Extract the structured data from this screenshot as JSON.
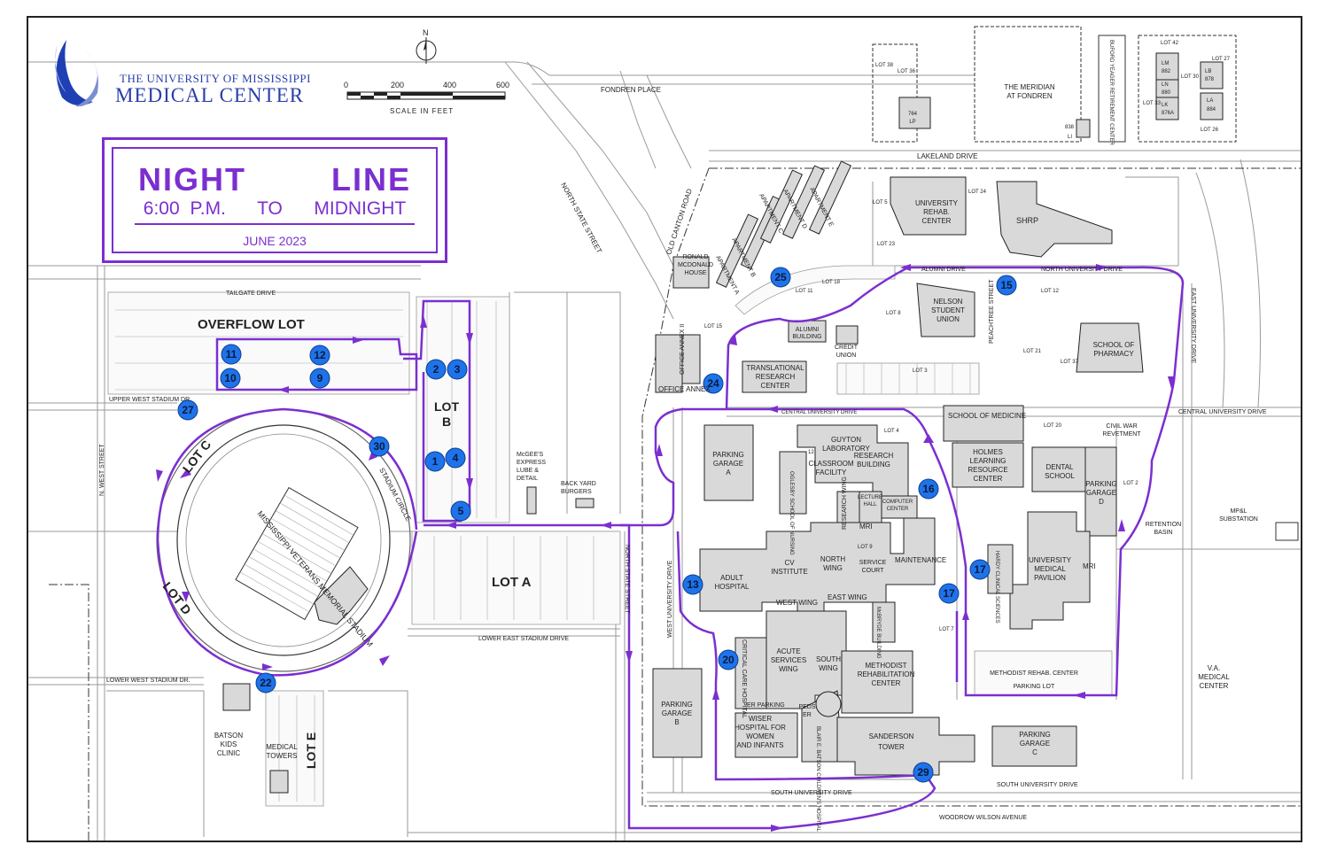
{
  "header": {
    "institution_line1": "THE UNIVERSITY OF MISSISSIPPI",
    "institution_line2": "MEDICAL CENTER"
  },
  "title_box": {
    "title": "NIGHT   LINE",
    "hours": "6:00 P.M.   TO   MIDNIGHT",
    "date": "JUNE 2023"
  },
  "north_arrow": {
    "label": "N"
  },
  "scale": {
    "ticks": [
      "0",
      "200",
      "400",
      "600"
    ],
    "unit": "SCALE IN FEET"
  },
  "colors": {
    "route": "#7b2fd0",
    "stop": "#1f73ea",
    "building": "#d9d9d9",
    "logo_blue": "#2a3fa8"
  },
  "stops": [
    {
      "id": "1"
    },
    {
      "id": "2"
    },
    {
      "id": "3"
    },
    {
      "id": "4"
    },
    {
      "id": "5"
    },
    {
      "id": "9"
    },
    {
      "id": "10"
    },
    {
      "id": "11"
    },
    {
      "id": "12"
    },
    {
      "id": "13"
    },
    {
      "id": "15"
    },
    {
      "id": "16"
    },
    {
      "id": "17"
    },
    {
      "id": "17"
    },
    {
      "id": "20"
    },
    {
      "id": "22"
    },
    {
      "id": "24"
    },
    {
      "id": "25"
    },
    {
      "id": "27"
    },
    {
      "id": "29"
    },
    {
      "id": "30"
    }
  ],
  "streets": {
    "fondren_place": "FONDREN   PLACE",
    "lakeland": "LAKELAND  DRIVE",
    "north_state": "NORTH  STATE  STREET",
    "old_canton": "OLD  CANTON  ROAD",
    "tailgate": "TAILGATE DRIVE",
    "upper_west_stadium": "UPPER WEST STADIUM DR.",
    "n_west": "N. WEST STREET",
    "stadium_circle": "STADIUM CIRCLE",
    "lower_east_stadium": "LOWER EAST STADIUM DRIVE",
    "lower_west_stadium": "LOWER WEST STADIUM DR.",
    "north_state_2": "NORTH STATE STREET",
    "west_university": "WEST UNIVERSITY DRIVE",
    "central_university": "CENTRAL  UNIVERSITY  DRIVE",
    "central_university_e": "CENTRAL   UNIVERSITY   DRIVE",
    "alumni": "ALUMNI  DRIVE",
    "north_university": "NORTH  UNIVERSITY  DRIVE",
    "peachtree": "PEACHTREE  STREET",
    "east_university": "EAST UNIVERSITY DRIVE",
    "south_university": "SOUTH  UNIVERSITY  DRIVE",
    "south_university_w": "SOUTH  UNIVERSITY  DRIVE",
    "woodrow_wilson": "WOODROW WILSON AVENUE",
    "er_parking": "ER PARKING"
  },
  "lots": {
    "overflow": "OVERFLOW  LOT",
    "lot_a": "LOT  A",
    "lot_b1": "LOT",
    "lot_b2": "B",
    "lot_c": "LOT C",
    "lot_d": "LOT D",
    "lot_e": "LOT E"
  },
  "buildings": {
    "stadium": "MISSISSIPPI VETERANS MEMORIAL STADIUM",
    "mcgees": [
      "McGEE'S",
      "EXPRESS",
      "LUBE &",
      "DETAIL"
    ],
    "backyard": [
      "BACK YARD",
      "BURGERS"
    ],
    "batson": [
      "BATSON",
      "KIDS",
      "CLINIC"
    ],
    "medical_towers": [
      "MEDICAL",
      "TOWERS"
    ],
    "meridian": [
      "THE  MERIDIAN",
      "AT  FONDREN"
    ],
    "buford": "BUFORD YEAGER RETIREMENT CENTER",
    "univ_rehab": [
      "UNIVERSITY",
      "REHAB.",
      "CENTER"
    ],
    "shrp": "SHRP",
    "nelson": [
      "NELSON",
      "STUDENT",
      "UNION"
    ],
    "pharmacy": [
      "SCHOOL  OF",
      "PHARMACY"
    ],
    "ronald": [
      "RONALD",
      "MCDONALD",
      "HOUSE"
    ],
    "apt_a": "APARTMENT A",
    "apt_b": "APARTMENT B",
    "apt_c": "APARTMENT C",
    "apt_d": "APARTMENT D",
    "apt_e": "APARTMENT E",
    "alumni_bldg": [
      "ALUMNI",
      "BUILDING"
    ],
    "credit_union": [
      "CREDIT",
      "UNION"
    ],
    "office_annex": "OFFICE ANNEX",
    "office_annex_ii": "OFFICE ANNEX II",
    "translational": [
      "TRANSLATIONAL",
      "RESEARCH",
      "CENTER"
    ],
    "school_of_medicine": "SCHOOL  OF  MEDICINE",
    "civil_war": [
      "CIVIL  WAR",
      "REVETMENT"
    ],
    "garage_a": [
      "PARKING",
      "GARAGE",
      "A"
    ],
    "guyton": [
      "GUYTON",
      "LABORATORY"
    ],
    "research_bldg": [
      "RESEARCH",
      "BUILDING"
    ],
    "classroom": [
      "CLASSROOM",
      "FACILITY"
    ],
    "holmes": [
      "HOLMES",
      "LEARNING",
      "RESOURCE",
      "CENTER"
    ],
    "dental": [
      "DENTAL",
      "SCHOOL"
    ],
    "garage_d": [
      "PARKING",
      "GARAGE",
      "D"
    ],
    "oglesby": "OGLESBY SCHOOL OF NURSING",
    "lecture_hall": [
      "LECTURE",
      "HALL"
    ],
    "computer_center": [
      "COMPUTER",
      "CENTER"
    ],
    "research_wing": "RESEARCH WING",
    "mri": "MRI",
    "mri2": "MRI",
    "retention": [
      "RETENTION",
      "BASIN"
    ],
    "substation": [
      "MP&L",
      "SUBSTATION"
    ],
    "adult_hospital": [
      "ADULT",
      "HOSPITAL"
    ],
    "cv_institute": [
      "CV",
      "INSTITUTE"
    ],
    "north_wing": [
      "NORTH",
      "WING"
    ],
    "service_court": [
      "SERVICE",
      "COURT"
    ],
    "maintenance": "MAINTENANCE",
    "hardy": "HARDY CLINICAL SCIENCES",
    "pavilion": [
      "UNIVERSITY",
      "MEDICAL",
      "PAVILION"
    ],
    "west_wing": "WEST  WING",
    "east_wing": "EAST  WING",
    "mcbryde": "McBRYDE BUILDING",
    "acute": [
      "ACUTE",
      "SERVICES",
      "WING"
    ],
    "south_wing": [
      "SOUTH",
      "WING"
    ],
    "critical_care": "CRITICAL CARE HOSPITAL",
    "methodist": [
      "METHODIST",
      "REHABILITATION",
      "CENTER"
    ],
    "methodist_lot": [
      "METHODIST REHAB. CENTER",
      "PARKING LOT"
    ],
    "va": [
      "V.A.",
      "MEDICAL",
      "CENTER"
    ],
    "garage_b": [
      "PARKING",
      "GARAGE",
      "B"
    ],
    "wiser": [
      "WISER",
      "HOSPITAL  FOR",
      "WOMEN",
      "AND  INFANTS"
    ],
    "peds": [
      "PEDS",
      "ER"
    ],
    "childrens": "BLAIR E. BATSON CHILDREN'S HOSPITAL",
    "sanderson": [
      "SANDERSON",
      "TOWER"
    ],
    "garage_c": [
      "PARKING",
      "GARAGE",
      "C"
    ]
  },
  "small_lots": {
    "l38": "LOT 38",
    "l36": "LOT 36",
    "lp": [
      "764",
      "LP"
    ],
    "li": [
      "838",
      "LI"
    ],
    "l42": "LOT 42",
    "lm": [
      "LM",
      "882"
    ],
    "ln": [
      "LN",
      "880"
    ],
    "lk": [
      "LK",
      "876A"
    ],
    "lb": [
      "LB",
      "878"
    ],
    "la": [
      "LA",
      "884"
    ],
    "l27": "LOT 27",
    "l30": "LOT 30",
    "l33": "LOT 33",
    "l26": "LOT 26",
    "l5": "LOT 5",
    "l24": "LOT 24",
    "l23": "LOT 23",
    "l11": "LOT 11",
    "l18": "LOT 18",
    "l8": "LOT 8",
    "l12": "LOT 12",
    "l15": "LOT 15",
    "l3": "LOT 3",
    "l21": "LOT 21",
    "l37": "LOT 37",
    "l4": "LOT 4",
    "l20": "LOT 20",
    "l9": "LOT 9",
    "l7": "LOT 7",
    "l2": "LOT 2",
    "l12b": "12"
  }
}
